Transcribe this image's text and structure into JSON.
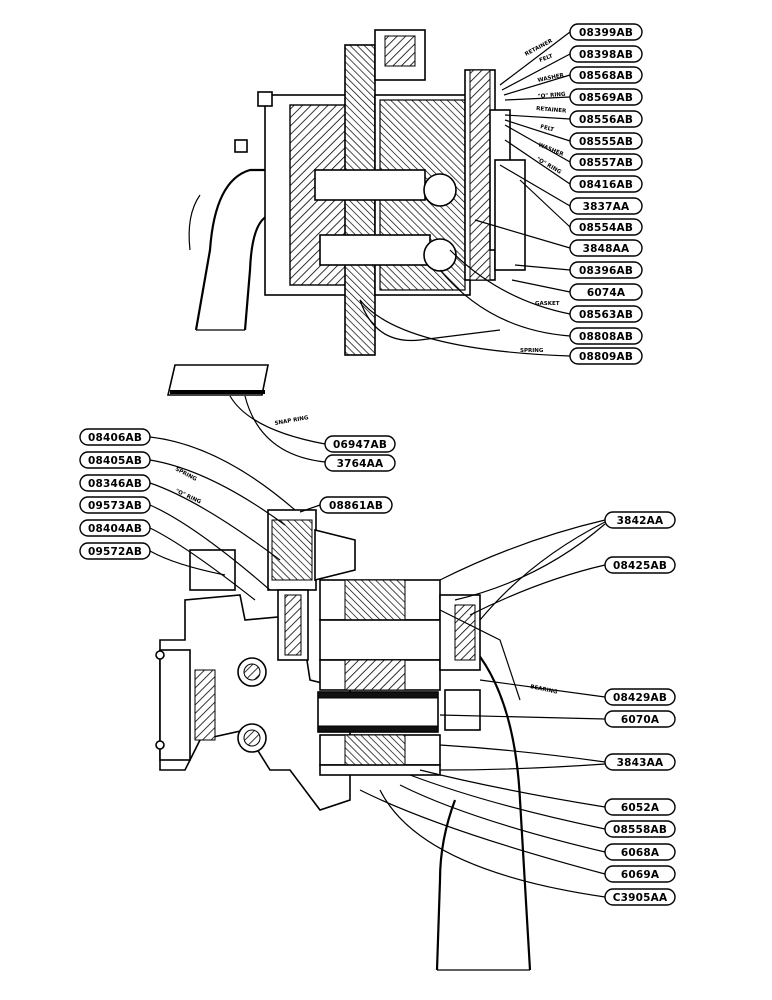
{
  "top_assembly": {
    "labels": [
      "08399AB",
      "08398AB",
      "08568AB",
      "08569AB",
      "08556AB",
      "08555AB",
      "08557AB",
      "08416AB",
      "3837AA",
      "08554AB",
      "3848AA",
      "08396AB",
      "6074A",
      "08563AB",
      "08808AB",
      "08809AB"
    ],
    "annotations": [
      "RETAINER",
      "FELT",
      "WASHER",
      "\"O\" RING",
      "RETAINER",
      "FELT",
      "WASHER",
      "\"O\" RING",
      "GASKET",
      "SPRING"
    ]
  },
  "middle_assembly": {
    "labels": [
      "06947AB",
      "3764AA"
    ],
    "annotations": [
      "SNAP RING"
    ]
  },
  "bottom_assembly": {
    "left_labels": [
      "08406AB",
      "08405AB",
      "08346AB",
      "09573AB",
      "08404AB",
      "09572AB"
    ],
    "top_label": "08861AB",
    "right_labels": [
      "3842AA",
      "08425AB",
      "08429AB",
      "6070A",
      "3843AA",
      "6052A",
      "08558AB",
      "6068A",
      "6069A",
      "C3905AA"
    ],
    "annotations": [
      "SPRING",
      "\"O\" RING",
      "BEARING"
    ]
  },
  "colors": {
    "ink": "#000000",
    "paper": "#ffffff",
    "hatch": "#111111"
  }
}
